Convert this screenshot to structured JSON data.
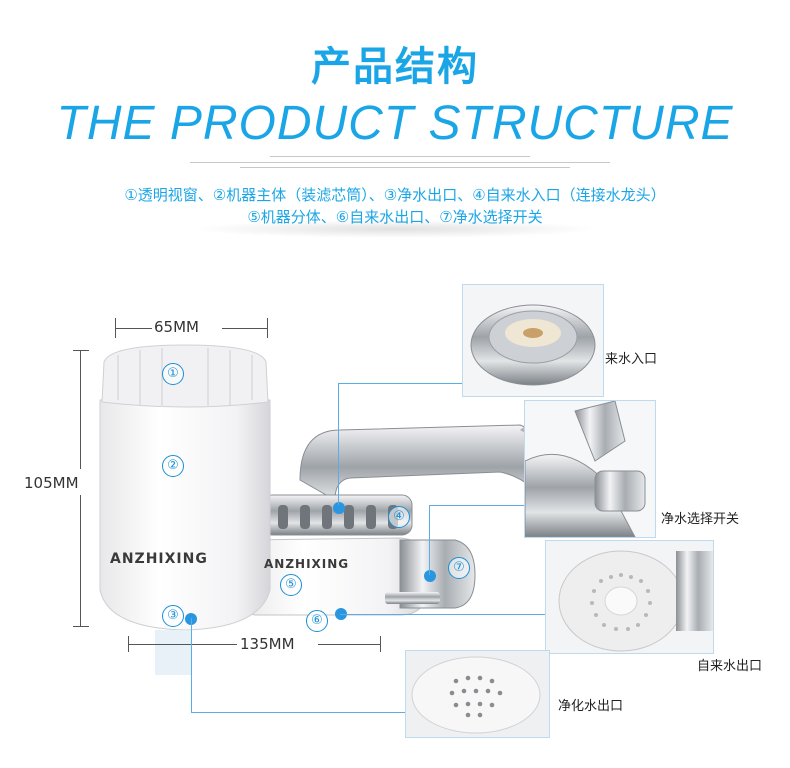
{
  "header": {
    "title_cn": "产品结构",
    "title_en": "THE PRODUCT STRUCTURE",
    "desc_line1": "①透明视窗、②机器主体（装滤芯筒）、③净水出口、④自来水入口（连接水龙头）",
    "desc_line2": "⑤机器分体、⑥自来水出口、⑦净水选择开关"
  },
  "dimensions": {
    "width_label": "65MM",
    "height_label": "105MM",
    "length_label": "135MM"
  },
  "product": {
    "brand_main": "ANZHIXING",
    "brand_split": "ANZHIXING"
  },
  "markers": {
    "m1": "①",
    "m2": "②",
    "m3": "③",
    "m4": "④",
    "m5": "⑤",
    "m6": "⑥",
    "m7": "⑦"
  },
  "insets": {
    "inlet": "来水入口",
    "switch": "净水选择开关",
    "tap_outlet": "自来水出口",
    "pure_outlet": "净化水出口"
  },
  "colors": {
    "accent": "#1aa6e6",
    "connector": "#59aee8"
  }
}
